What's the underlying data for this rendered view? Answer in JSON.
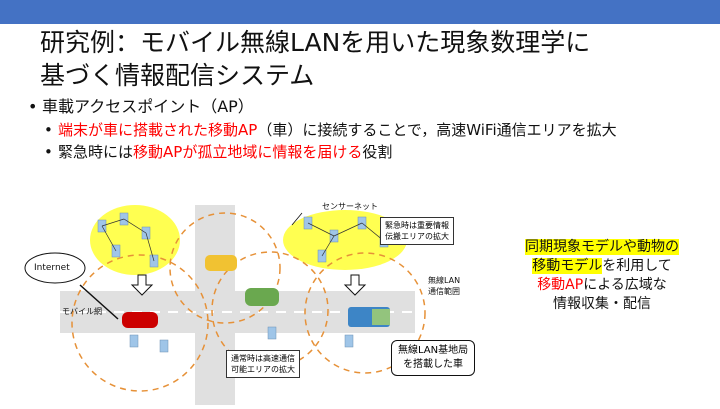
{
  "title": "研究例：モバイル無線LANを用いた現象数理学に\n基づく情報配信システム",
  "bullets": {
    "main": "車載アクセスポイント（AP）",
    "sub1_red": "端末が車に搭載された移動AP",
    "sub1_rest": "（車）に接続することで，高速WiFi通信エリアを拡大",
    "sub2_pre": "緊急時には",
    "sub2_red": "移動APが孤立地域に情報を届ける",
    "sub2_post": "役割"
  },
  "diagram": {
    "sensor_net": "センサーネット",
    "internet": "Internet",
    "mobile_net": "モバイル網",
    "emergency": "緊急時は重要情報\n伝搬エリアの拡大",
    "wlan_range": "無線LAN\n通信範囲",
    "normal": "通常時は高速通信\n可能エリアの拡大",
    "base_station": "無線LAN基地局\nを搭載した車"
  },
  "callout": {
    "line1": "同期現象モデルや動物の",
    "line2": "移動モデル",
    "line2b": "を利用して",
    "line3": "移動AP",
    "line3b": "による広域な",
    "line4": "情報収集・配信"
  },
  "colors": {
    "accent": "#4472c4",
    "highlight": "#ffff00",
    "red": "#ff0000",
    "sensor": "#ffff33"
  }
}
